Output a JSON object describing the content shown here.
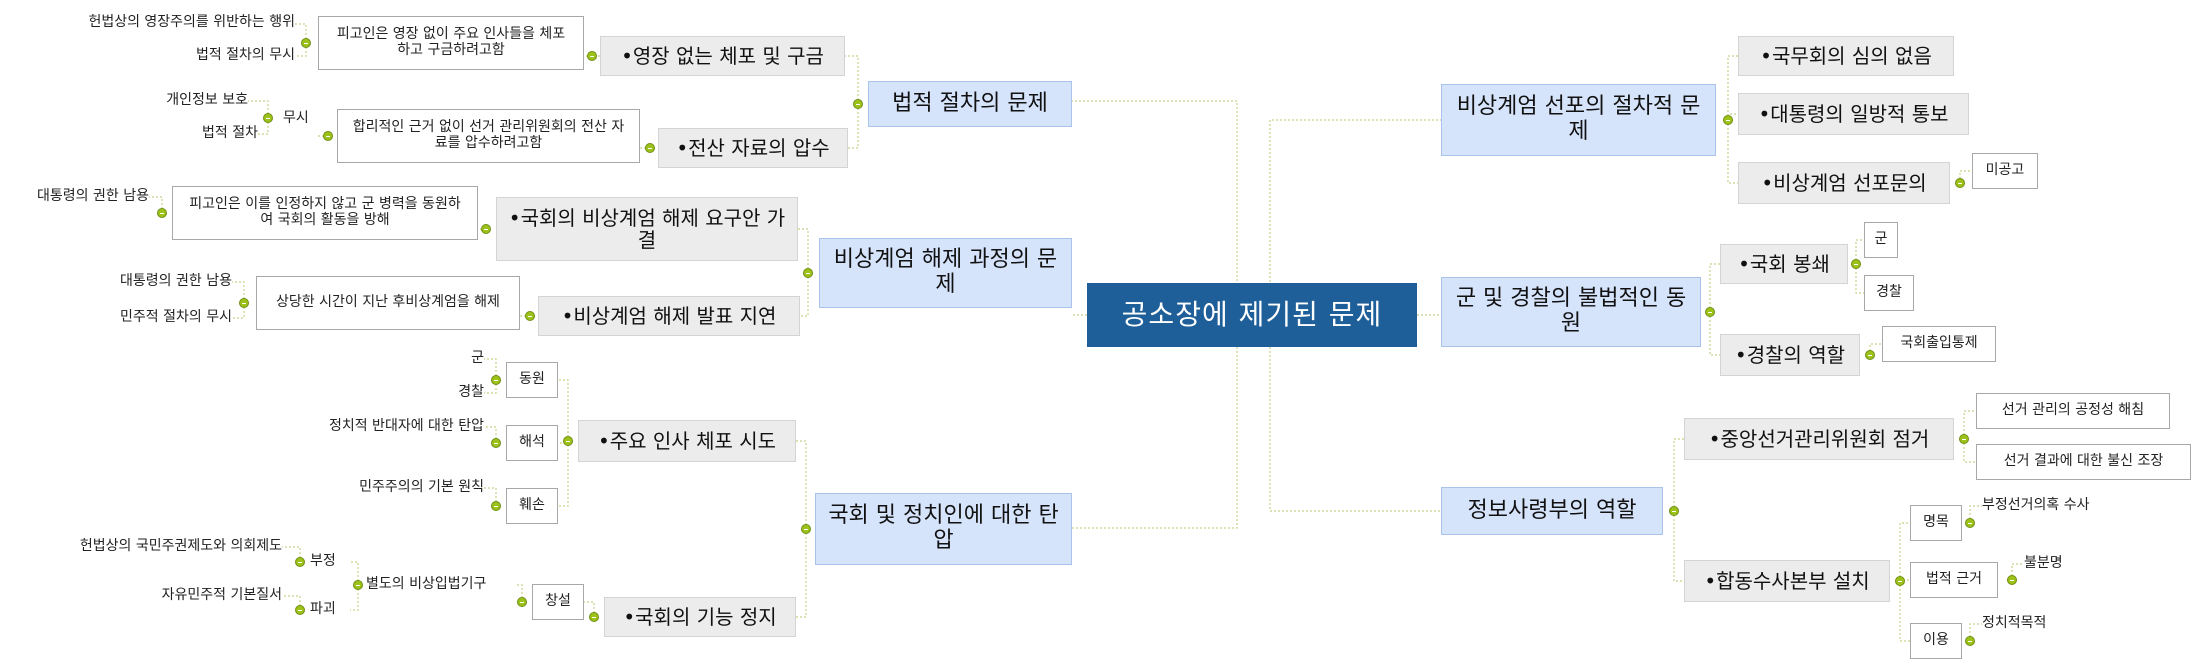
{
  "root": "공소장에 제기된 문제",
  "left": {
    "b1": {
      "label": "법적 절차의 문제",
      "c1": {
        "label": "•영장 없는 체포 및 구금",
        "desc": "피고인은 영장 없이 주요 인사들을 체포하고 구금하려고함",
        "leaves": [
          "헌법상의 영장주의를 위반하는 행위",
          "법적 절차의 무시"
        ]
      },
      "c2": {
        "label": "•전산 자료의 압수",
        "desc": "합리적인 근거 없이 선거 관리위원회의 전산 자료를 압수하려고함",
        "mid": "무시",
        "leaves": [
          "개인정보 보호",
          "법적 절차"
        ]
      }
    },
    "b2": {
      "label": "비상계엄 해제 과정의 문제",
      "c1": {
        "label": "•국회의 비상계엄 해제 요구안 가결",
        "desc": "피고인은 이를 인정하지 않고 군 병력을 동원하여 국회의 활동을 방해",
        "leaves": [
          "대통령의 권한 남용"
        ]
      },
      "c2": {
        "label": "•비상계엄 해제 발표 지연",
        "desc": "상당한 시간이 지난 후비상계엄을 해제",
        "leaves": [
          "대통령의 권한 남용",
          "민주적 절차의 무시"
        ]
      }
    },
    "b3": {
      "label": "국회 및 정치인에 대한 탄압",
      "c1": {
        "label": "•주요 인사 체포 시도",
        "g1": {
          "label": "동원",
          "leaves": [
            "군",
            "경찰"
          ]
        },
        "g2": {
          "label": "해석",
          "leaves": [
            "정치적 반대자에 대한 탄압"
          ]
        },
        "g3": {
          "label": "훼손",
          "leaves": [
            "민주주의의 기본 원칙"
          ]
        }
      },
      "c2": {
        "label": "•국회의 기능 정지",
        "g1": {
          "label": "창설",
          "mid": "별도의 비상입법기구",
          "m1": "부정",
          "m2": "파괴",
          "leaves": [
            "헌법상의 국민주권제도와 의회제도",
            "자유민주적 기본질서"
          ]
        }
      }
    }
  },
  "right": {
    "r1": {
      "label": "비상계엄 선포의 절차적 문제",
      "items": [
        "•국무회의 심의 없음",
        "•대통령의 일방적 통보",
        "•비상계엄 선포문의"
      ],
      "leaf": "미공고"
    },
    "r2": {
      "label": "군 및 경찰의 불법적인 동원",
      "items": [
        "•국회 봉쇄",
        "•경찰의 역할"
      ],
      "leaves1": [
        "군",
        "경찰"
      ],
      "leaf2": "국회출입통제"
    },
    "r3": {
      "label": "정보사령부의 역할",
      "c1": {
        "label": "•중앙선거관리위원회 점거",
        "leaves": [
          "선거 관리의 공정성 해침",
          "선거 결과에 대한 불신 조장"
        ]
      },
      "c2": {
        "label": "•합동수사본부 설치",
        "g": [
          "명목",
          "법적 근거",
          "이용"
        ],
        "leaves": [
          "부정선거의혹 수사",
          "불분명",
          "정치적목적"
        ]
      }
    }
  }
}
